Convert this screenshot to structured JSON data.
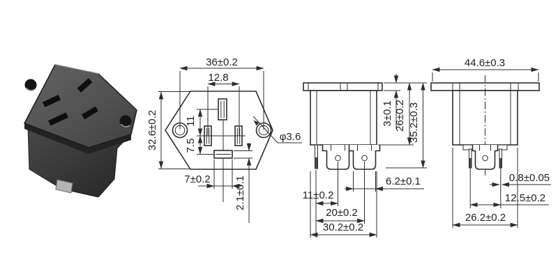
{
  "drawing": {
    "line_color": "#2d2d2d",
    "background_color": "#ffffff",
    "photo_palette": {
      "flange_face": "#545454",
      "body_dark": "#333333",
      "slot_black": "#0e0e0e",
      "metal_tab_gray": "#b4b4b4"
    },
    "front_view": {
      "dim_hole_pitch": "36±0.2",
      "dim_slot_pitch": "12.8",
      "dim_flange_height": "32.6±0.2",
      "dim_earth_slot_offset": "11",
      "dim_bottom_slot_offset": "7.5",
      "dim_bottom_slot_width": "7±0.2",
      "dim_bottom_slot_height": "2.1±0.1",
      "dim_hole_diameter": "φ3.6"
    },
    "side_view": {
      "dim_flange_thickness": "3±0.1",
      "dim_body_depth": "26±0.2",
      "dim_total_depth": "35.2±0.3",
      "dim_tab_width": "6.2±0.1",
      "dim_pin_to_tab1": "11±0.2",
      "dim_pin_to_tab2": "20±0.2",
      "dim_body_width": "30.2±0.2"
    },
    "end_view": {
      "dim_flange_width": "44.6±0.3",
      "dim_pin_thickness": "0.8±0.05",
      "dim_pin_pitch": "12.5±0.2",
      "dim_body_width": "26.2±0.2"
    }
  }
}
